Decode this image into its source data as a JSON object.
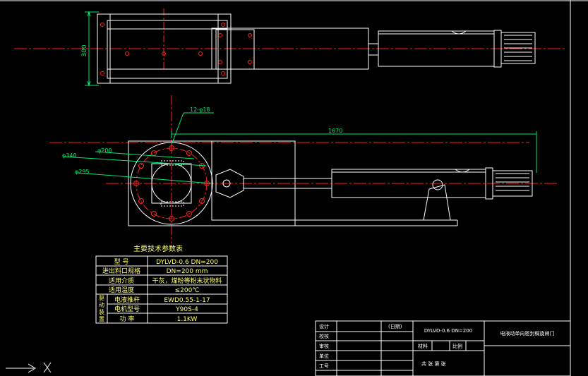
{
  "colors": {
    "background": "#000000",
    "line": "#ffffff",
    "centerline": "#ff2020",
    "dimension": "#00e676",
    "table_text": "#ffff66",
    "table_border": "#ffffff"
  },
  "top_view": {
    "dim_height": "300"
  },
  "front_view": {
    "leader_holes": "12-φ18",
    "dim_length": "1670",
    "dia_outer": "φ340",
    "dia_pitch": "φ295",
    "dia_inner": "φ200"
  },
  "param_table": {
    "title": "主要技术参数表",
    "rows": [
      {
        "label": "型    号",
        "value": "DYLVD-0.6 DN=200"
      },
      {
        "label": "进出料口规格",
        "value": "DN=200  mm"
      },
      {
        "label": "适用介质",
        "value": "干灰，煤粉等粉末状物料"
      },
      {
        "label": "适用温度",
        "value": "≤200℃"
      }
    ],
    "group_label": "驱动装置",
    "group_rows": [
      {
        "label": "电液推杆",
        "value": "EWD0.55-1-17"
      },
      {
        "label": "电机型号",
        "value": "Y90S-4"
      },
      {
        "label": "功    率",
        "value": "1.1KW"
      }
    ]
  },
  "title_block": {
    "labels": [
      "设计",
      "校核",
      "审核",
      "单位",
      "工号"
    ],
    "date": "(日期)",
    "drawing_no": "DYLVD-0.6  DN=200",
    "drawing_name": "电液动单向密封蝶旋闸门",
    "material": "材料",
    "scale": "比例",
    "sheets": "共  张  第  张"
  },
  "ucs_icon": "ucs-axis-icon"
}
